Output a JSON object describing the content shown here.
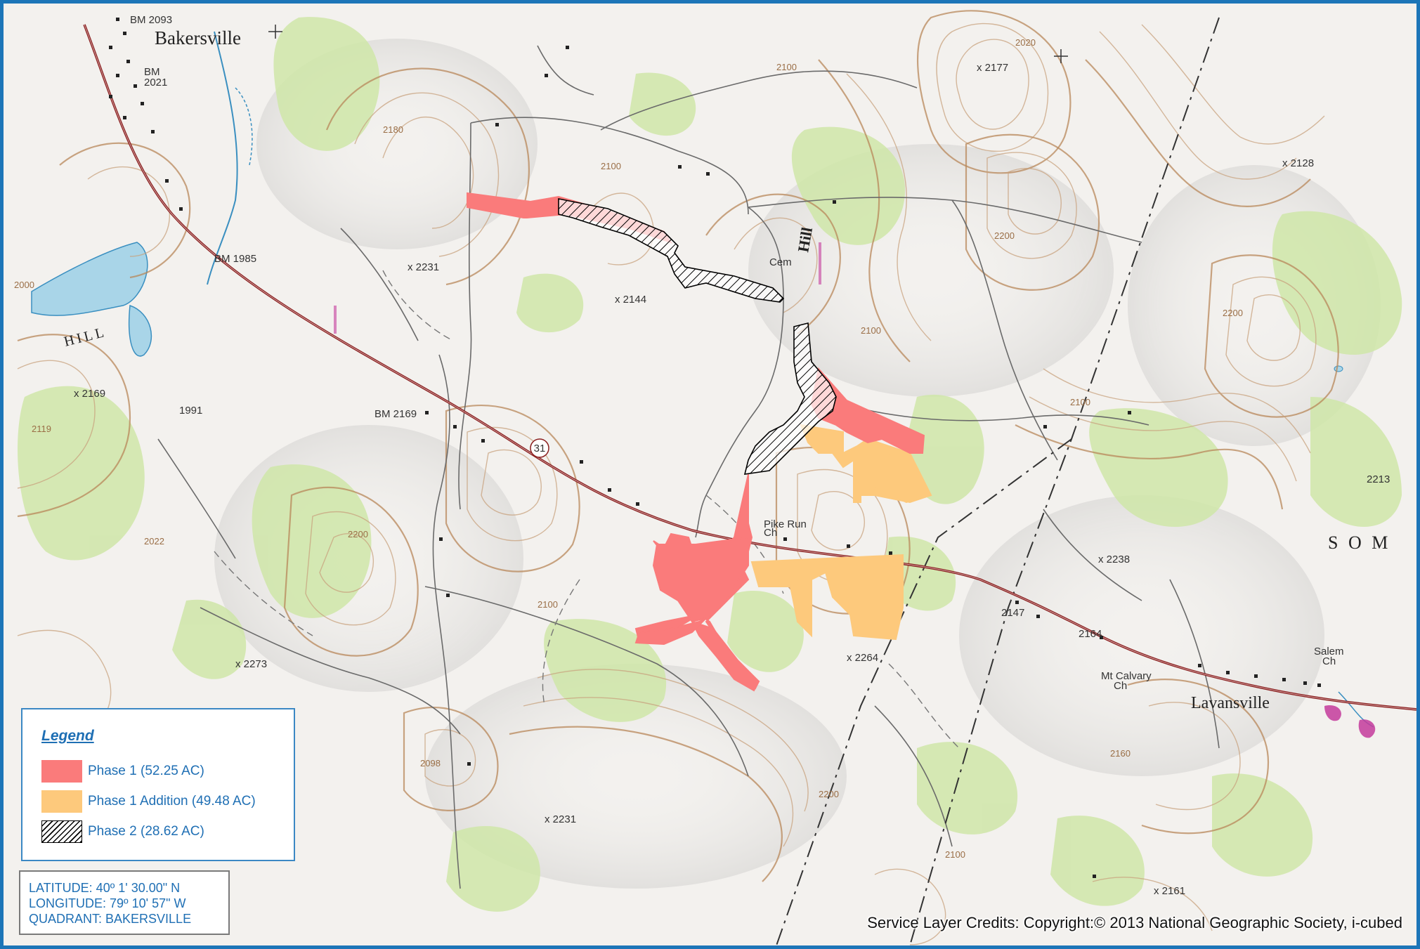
{
  "map": {
    "places": {
      "bakersville": "Bakersville",
      "lavansville": "Lavansville",
      "hill_left": "HILL",
      "hill_road": "Hill",
      "cem": "Cem",
      "pike_run": "Pike Run",
      "pike_run_ch": "Ch",
      "salem": "Salem",
      "salem_ch": "Ch",
      "mt_calvary": "Mt Calvary",
      "mt_calvary_ch": "Ch",
      "som": "S O M",
      "route": "31"
    },
    "benchmarks": {
      "bm2093": "BM 2093",
      "bm2021_a": "BM",
      "bm2021_b": "2021",
      "bm1985": "BM 1985",
      "bm2169": "BM 2169",
      "bm1991": "1991"
    },
    "elevations": {
      "e2177": "x 2177",
      "e2128": "x 2128",
      "e2231a": "x 2231",
      "e2144": "x 2144",
      "e2169": "x 2169",
      "e2273": "x 2273",
      "e2238": "x 2238",
      "e2264": "x 2264",
      "e2231b": "x 2231",
      "e2161": "x 2161",
      "e2164": "2164",
      "e2147": "2147",
      "e2213": "2213"
    },
    "contours": {
      "c2020": "2020",
      "c2100a": "2100",
      "c2100b": "2100",
      "c2100c": "2100",
      "c2100d": "2100",
      "c2100e": "2100",
      "c2100f": "2100",
      "c2180": "2180",
      "c2200a": "2200",
      "c2200b": "2200",
      "c2200c": "2200",
      "c2200d": "2200",
      "c2000": "2000",
      "c2022": "2022",
      "c2098": "2098",
      "c2119": "2119",
      "c2160": "2160"
    },
    "colors": {
      "phase1": "#fa7b7b",
      "phase1_addition": "#fdc97c",
      "phase2_hatch": "#000000",
      "road": "#8b1f1f",
      "vegetation": "#cfe6a8",
      "water": "#a9d5e8"
    }
  },
  "legend": {
    "title": "Legend",
    "items": [
      {
        "label": "Phase 1 (52.25 AC)",
        "swatch": "red"
      },
      {
        "label": "Phase 1 Addition (49.48 AC)",
        "swatch": "yellow"
      },
      {
        "label": "Phase 2 (28.62 AC)",
        "swatch": "hatch"
      }
    ]
  },
  "coordinates": {
    "latitude": "LATITUDE: 40º 1' 30.00\" N",
    "longitude": "LONGITUDE: 79º 10' 57\" W",
    "quadrant": "QUADRANT: BAKERSVILLE"
  },
  "credits": "Service Layer Credits: Copyright:© 2013 National Geographic Society, i-cubed"
}
